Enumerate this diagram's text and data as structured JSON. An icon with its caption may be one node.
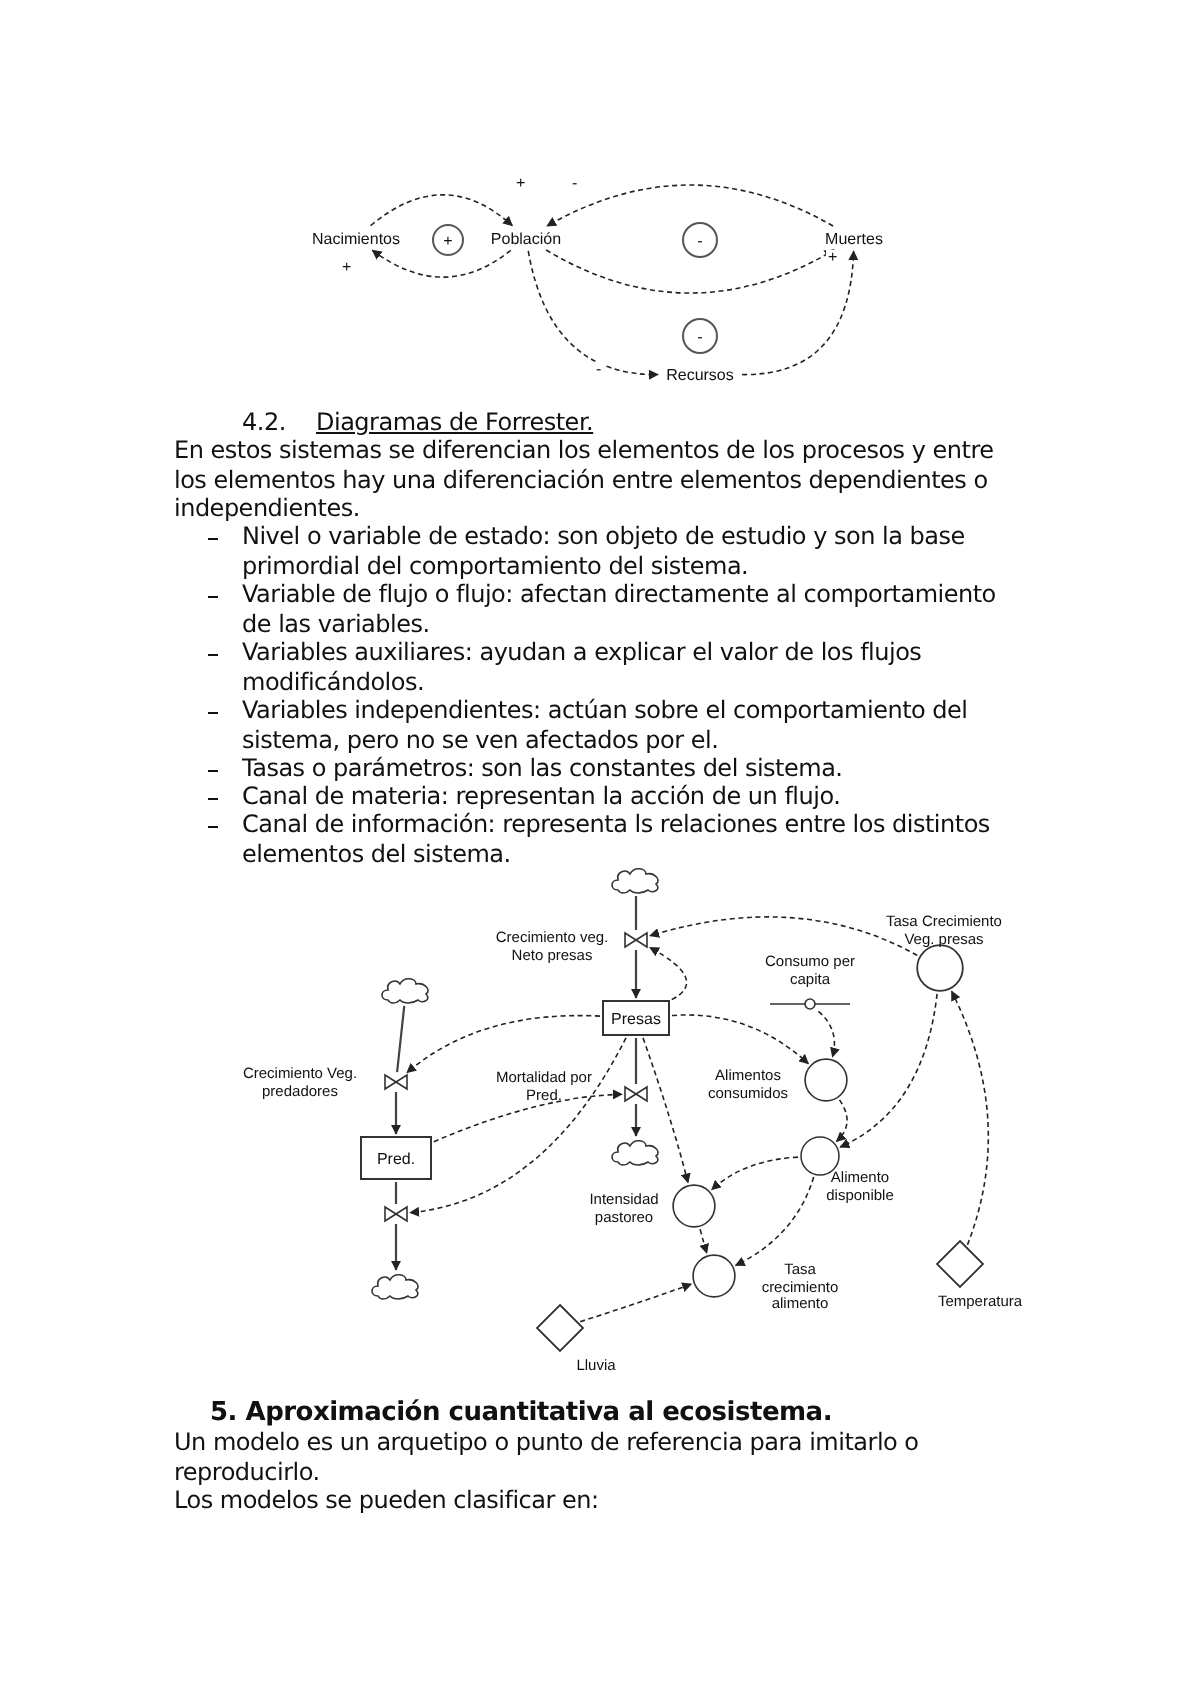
{
  "diagram": {
    "nodes": [
      {
        "text": [
          "Nacimientos"
        ]
      },
      {
        "text": [
          "+"
        ]
      },
      {
        "text": [
          "Población"
        ]
      },
      {
        "text": [
          "-"
        ]
      },
      {
        "text": [
          "Muertes"
        ]
      },
      {
        "text": [
          "-"
        ]
      },
      {
        "text": [
          "Recursos"
        ]
      },
      {
        "text": [],
        "shape": "cloud"
      },
      {
        "text": [],
        "shape": "valve",
        "beside": [
          "Crecimiento veg. Neto presas"
        ]
      },
      {
        "text": [],
        "shape": "circle",
        "beside": [
          "Tasa Crecimiento Veg. presas"
        ]
      },
      {
        "text": [],
        "shape": "circle",
        "beside": [
          "Consumo per capita"
        ]
      },
      {
        "text": [],
        "shape": "cloud"
      },
      {
        "text": [
          "Presas"
        ]
      },
      {
        "text": [],
        "shape": "valve",
        "beside": [
          "Crecimiento Veg. predadores"
        ]
      },
      {
        "text": [],
        "shape": "circle",
        "beside": [
          "Alimentos consumidos"
        ]
      },
      {
        "text": [],
        "shape": "valve",
        "beside": [
          "Mortalidad por Pred."
        ]
      },
      {
        "text": [
          "Pred."
        ]
      },
      {
        "text": [],
        "shape": "cloud"
      },
      {
        "text": [],
        "shape": "circle",
        "beside": [
          "Alimento disponible"
        ]
      },
      {
        "text": [],
        "shape": "circle",
        "beside": [
          "Intensidad pastoreo"
        ]
      },
      {
        "text": [],
        "shape": "valve"
      },
      {
        "text": [],
        "shape": "circle",
        "beside": [
          "Tasa crecimiento alimento"
        ]
      },
      {
        "text": [],
        "shape": "diamond",
        "beside": [
          "Temperatura"
        ]
      },
      {
        "text": [],
        "shape": "cloud"
      },
      {
        "text": [],
        "shape": "diamond",
        "beside": [
          "Lluvia"
        ]
      }
    ],
    "edges": [
      {
        "from": 0,
        "to": 2,
        "arrow": "to",
        "label": "+",
        "style": "dashed"
      },
      {
        "from": 2,
        "to": 0,
        "arrow": "to",
        "label": "+",
        "style": "dashed"
      },
      {
        "from": 4,
        "to": 2,
        "arrow": "to",
        "label": "-",
        "style": "dashed"
      },
      {
        "from": 2,
        "to": 4,
        "arrow": "to",
        "label": "+",
        "style": "dashed"
      },
      {
        "from": 2,
        "to": 6,
        "arrow": "to",
        "label": "-",
        "style": "dashed"
      },
      {
        "from": 6,
        "to": 4,
        "arrow": "to",
        "style": "dashed"
      },
      {
        "from": 7,
        "to": 8,
        "arrow": "none"
      },
      {
        "from": 8,
        "to": 12,
        "arrow": "to"
      },
      {
        "from": 12,
        "to": 15,
        "arrow": "none"
      },
      {
        "from": 15,
        "to": 17,
        "arrow": "to"
      },
      {
        "from": 11,
        "to": 13,
        "arrow": "none"
      },
      {
        "from": 13,
        "to": 16,
        "arrow": "to"
      },
      {
        "from": 16,
        "to": 20,
        "arrow": "none"
      },
      {
        "from": 20,
        "to": 23,
        "arrow": "to"
      },
      {
        "from": 9,
        "to": 8,
        "arrow": "to",
        "style": "dashed"
      },
      {
        "from": 12,
        "to": 8,
        "arrow": "to",
        "style": "dashed"
      },
      {
        "from": 12,
        "to": 13,
        "arrow": "to",
        "style": "dashed"
      },
      {
        "from": 12,
        "to": 14,
        "arrow": "to",
        "style": "dashed"
      },
      {
        "from": 10,
        "to": 14,
        "arrow": "to",
        "style": "dashed"
      },
      {
        "from": 16,
        "to": 15,
        "arrow": "to",
        "style": "dashed"
      },
      {
        "from": 12,
        "to": 20,
        "arrow": "to",
        "style": "dashed"
      },
      {
        "from": 12,
        "to": 19,
        "arrow": "to",
        "style": "dashed"
      },
      {
        "from": 14,
        "to": 18,
        "arrow": "to",
        "style": "dashed"
      },
      {
        "from": 9,
        "to": 18,
        "arrow": "to",
        "style": "dashed"
      },
      {
        "from": 22,
        "to": 9,
        "arrow": "to",
        "style": "dashed"
      },
      {
        "from": 18,
        "to": 19,
        "arrow": "to",
        "style": "dashed"
      },
      {
        "from": 18,
        "to": 21,
        "arrow": "to",
        "style": "dashed"
      },
      {
        "from": 19,
        "to": 21,
        "arrow": "to",
        "style": "dashed"
      },
      {
        "from": 24,
        "to": 21,
        "arrow": "to",
        "style": "dashed"
      }
    ],
    "labels": [
      "4.2.",
      "Diagramas de Forrester.",
      "En estos sistemas se diferencian los elementos de los procesos y entre los elementos hay una diferenciación entre elementos dependientes o independientes.",
      "Nivel o variable de estado: son objeto de estudio y son la base primordial del comportamiento del sistema.",
      "Variable de flujo o flujo: afectan directamente al comportamiento de las variables.",
      "Variables auxiliares: ayudan a explicar el valor de los flujos modificándolos.",
      "Variables independientes: actúan sobre el comportamiento del sistema, pero no se ven afectados por el.",
      "Tasas o parámetros: son las constantes del sistema.",
      "Canal de materia: representan la acción de un flujo.",
      "Canal de información: representa ls relaciones entre los distintos elementos del sistema.",
      "5. Aproximación cuantitativa al ecosistema.",
      "Un modelo es un arquetipo o punto de referencia para imitarlo o reproducirlo.",
      "Los modelos se pueden clasificar en:"
    ]
  }
}
